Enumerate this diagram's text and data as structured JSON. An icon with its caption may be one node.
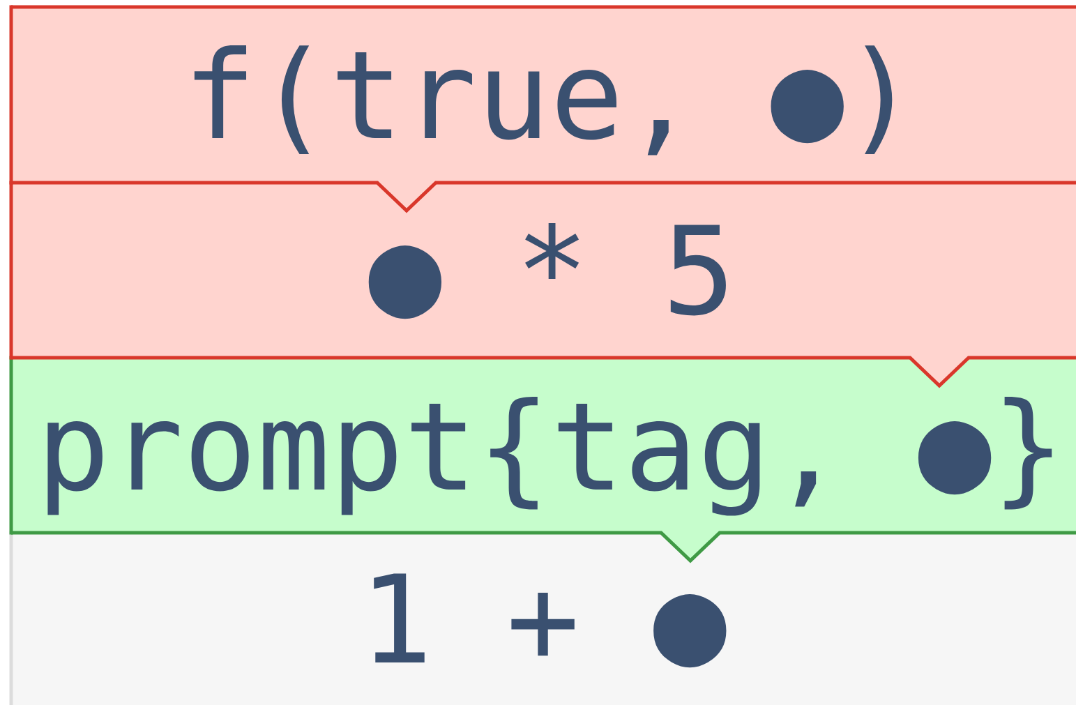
{
  "diagram": {
    "nodes": [
      {
        "text": [
          "f(true, ●)"
        ]
      },
      {
        "text": [
          "● * 5"
        ]
      },
      {
        "text": [
          "prompt{tag, ●}"
        ]
      },
      {
        "text": [
          "1 + ●"
        ]
      }
    ]
  }
}
